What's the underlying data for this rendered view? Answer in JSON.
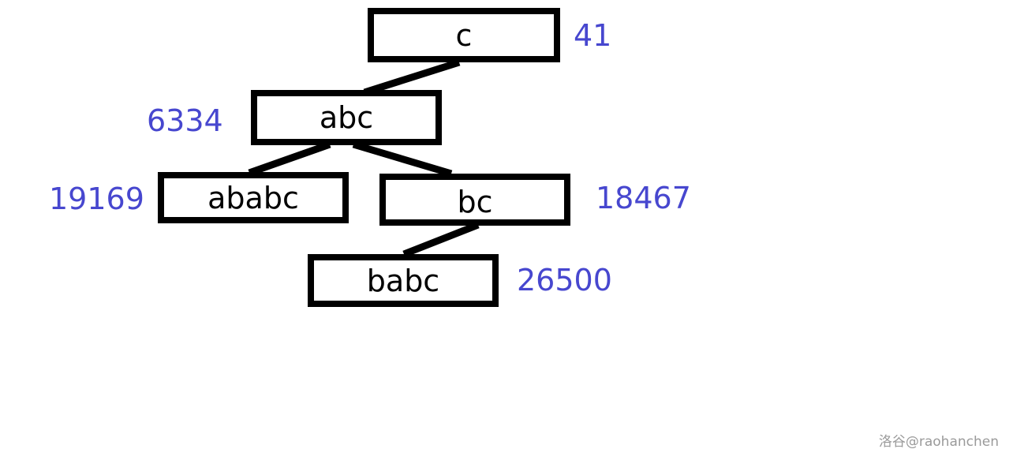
{
  "nodes": [
    {
      "label": "c",
      "value": "41"
    },
    {
      "label": "abc",
      "value": "6334"
    },
    {
      "label": "ababc",
      "value": "19169"
    },
    {
      "label": "bc",
      "value": "18467"
    },
    {
      "label": "babc",
      "value": "26500"
    }
  ],
  "edges": [
    [
      "c",
      "abc"
    ],
    [
      "abc",
      "ababc"
    ],
    [
      "abc",
      "bc"
    ],
    [
      "bc",
      "babc"
    ]
  ],
  "watermark": "洛谷@raohanchen",
  "colors": {
    "value_text": "#4747cf",
    "node_border": "#000000"
  }
}
